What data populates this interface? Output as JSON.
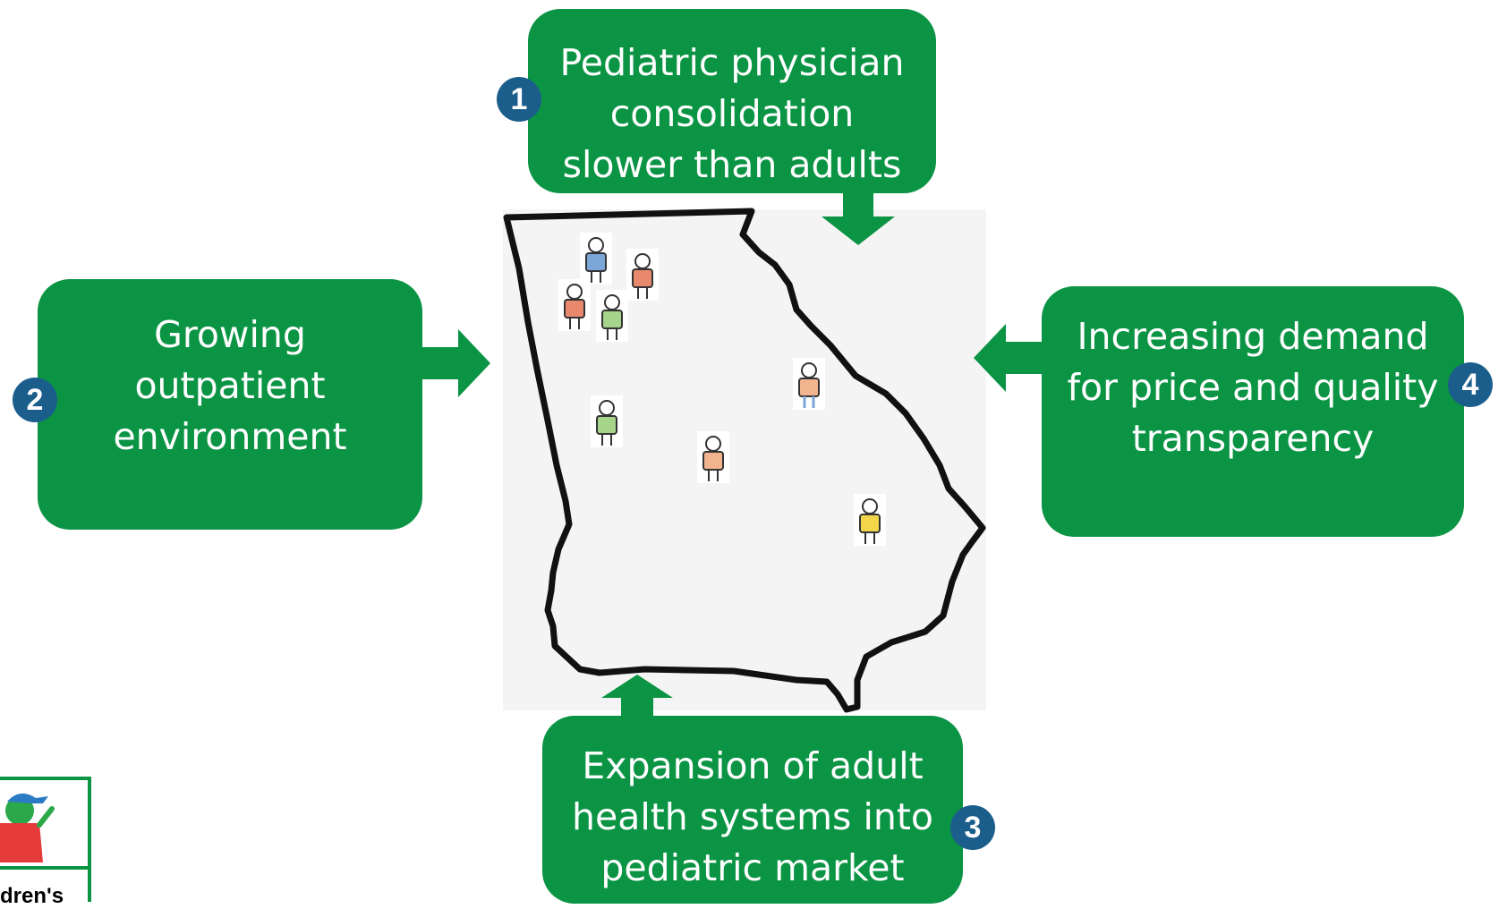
{
  "boxes": {
    "physician": {
      "number": "1",
      "lines": [
        "Pediatric physician",
        "consolidation",
        "slower than adults"
      ]
    },
    "outpatient": {
      "number": "2",
      "lines": [
        "Growing",
        "outpatient",
        "environment"
      ]
    },
    "expansion": {
      "number": "3",
      "lines": [
        "Expansion of adult",
        "health systems into",
        "pediatric market"
      ]
    },
    "transparency": {
      "number": "4",
      "lines": [
        "Increasing demand",
        "for price and quality",
        "transparency"
      ]
    }
  },
  "logo": {
    "caption": "dren's"
  },
  "colors": {
    "box": "#0b9444",
    "badge": "#1b5e8c",
    "map_outline": "#111111"
  },
  "icons": [
    "stick-figure-icon",
    "arrow-icon",
    "state-map-outline"
  ]
}
